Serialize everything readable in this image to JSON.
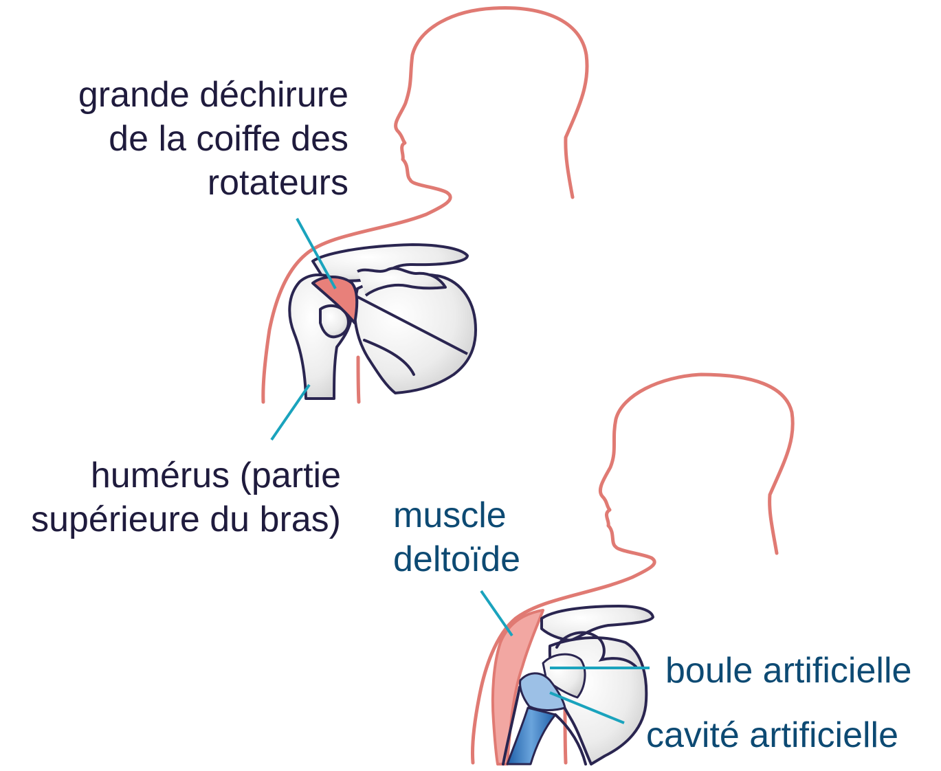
{
  "labels": {
    "rotator_cuff_tear": [
      "grande déchirure",
      "de la coiffe des",
      "rotateurs"
    ],
    "humerus": [
      "humérus (partie",
      "supérieure du bras)"
    ],
    "deltoid": [
      "muscle",
      "deltoïde"
    ],
    "artificial_ball": "boule artificielle",
    "artificial_socket": "cavité artificielle"
  },
  "colors": {
    "body_outline": "#e07a73",
    "bone_outline": "#2a2550",
    "bone_fill": "#e6e6e6",
    "tear": "#e8807a",
    "deltoid_fill": "#f2a7a2",
    "implant": "#2f78c4",
    "implant_light": "#8fb8e0",
    "leader_line": "#1aa3bd",
    "label_dark": "#1f1b3d",
    "label_blue": "#0d4a73"
  }
}
